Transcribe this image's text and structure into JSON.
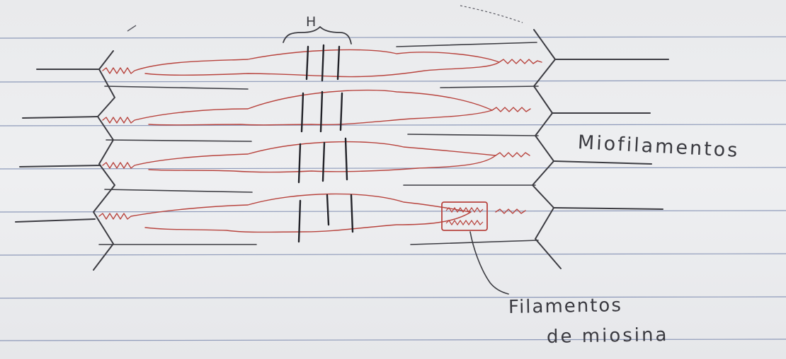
{
  "diagram": {
    "labels": {
      "h_zone": "H",
      "miofilamentos": "Miofilamentos",
      "filamentos_line1": "Filamentos",
      "filamentos_line2": "de miosina"
    },
    "colors": {
      "paper": "#ecedef",
      "ruled_line": "#6f7fa8",
      "pencil": "#3c3c42",
      "red_pen": "#b8443e"
    }
  }
}
